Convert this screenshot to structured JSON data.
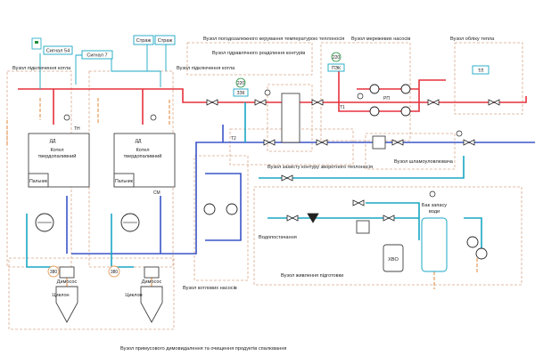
{
  "signal_boxes": {
    "signal54": "Сигнал 54",
    "signal7": "Сигнал 7"
  },
  "guards": [
    "Страж",
    "Страж"
  ],
  "zones": {
    "boiler_connection_left": "Вузол підключення котла",
    "boiler_connection_right": "Вузол підключення котла",
    "weather_control": "Вузол погодозалежного керування температурою теплоносія",
    "hydraulic_separation": "Вузол гідравлічного розділення контурів",
    "network_pumps": "Вузол мережевих насосів",
    "heat_metering": "Вузол обліку тепла",
    "return_protection": "Вузол захисту контуру зворотного теплоносія",
    "sludge_node": "Вузол шламоуловлювача",
    "boiler_pumps": "Вузол котлових насосів",
    "makeup": "Вузол живлення підготовки",
    "smoke_exhaust": "Вузол примусового димовидалення та очищення продуктів спалювання"
  },
  "boilers": [
    {
      "title_line1": "Котел",
      "title_line2": "твердопаливний",
      "firebox": "Пальник",
      "tag_top": "ДД",
      "tag_side": "ТН"
    },
    {
      "title_line1": "Котел",
      "title_line2": "твердопаливний",
      "firebox": "Пальник",
      "tag_top": "ДД",
      "tag_side": "СМ"
    }
  ],
  "instrument_tags": {
    "t1": "Т1",
    "t2": "Т2",
    "pump_220a": "220",
    "zzk": "ЗЗК",
    "pump_220b": "220",
    "pek": "ПЭК",
    "rp": "РП",
    "tl": "ТЛ",
    "smoke380a": "380",
    "smoke380b": "380"
  },
  "exhausters": [
    "Димосос",
    "Димосос"
  ],
  "cyclones": [
    "Циклон",
    "Циклон"
  ],
  "water_supply": "Водопостачання",
  "xvo": "ХВО",
  "reserve_tank": {
    "line1": "Бак запасу",
    "line2": "води"
  },
  "colors": {
    "supply": "#e6313c",
    "return": "#3a55c8",
    "makeup": "#19a7c4",
    "zone_border": "#d9a98a",
    "flue": "#e69a57"
  }
}
